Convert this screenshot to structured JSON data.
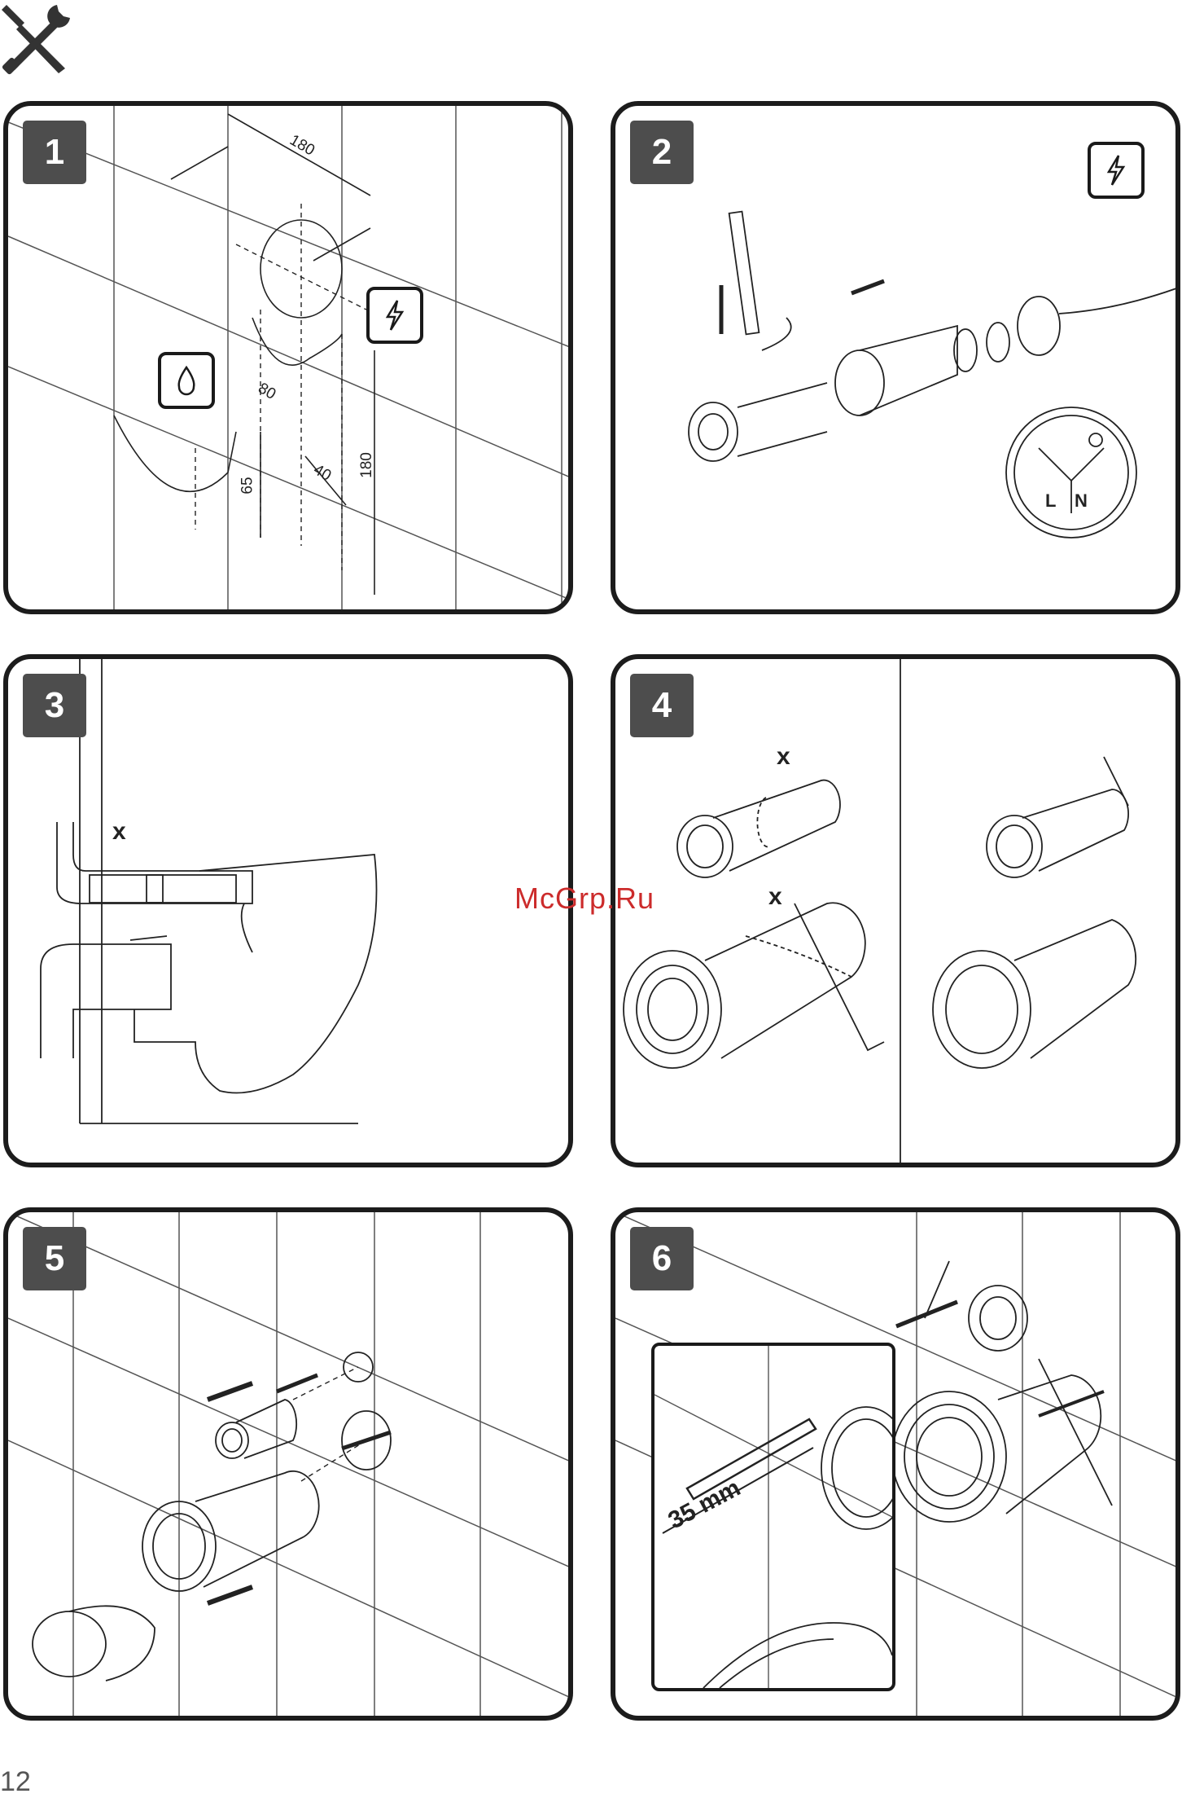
{
  "header": {
    "icon": "tools-icon"
  },
  "watermark": "McGrp.Ru",
  "page_number": "12",
  "panels": [
    {
      "step": "1",
      "dims": {
        "top": "180",
        "d80": "80",
        "d65": "65",
        "d40": "40",
        "d180v": "180"
      }
    },
    {
      "step": "2",
      "socket": {
        "l": "L",
        "n": "N"
      }
    },
    {
      "step": "3",
      "dims": {
        "x": "x"
      }
    },
    {
      "step": "4",
      "dims": {
        "x1": "x",
        "x2": "x"
      }
    },
    {
      "step": "5"
    },
    {
      "step": "6",
      "dims": {
        "mm": "35 mm"
      }
    }
  ]
}
